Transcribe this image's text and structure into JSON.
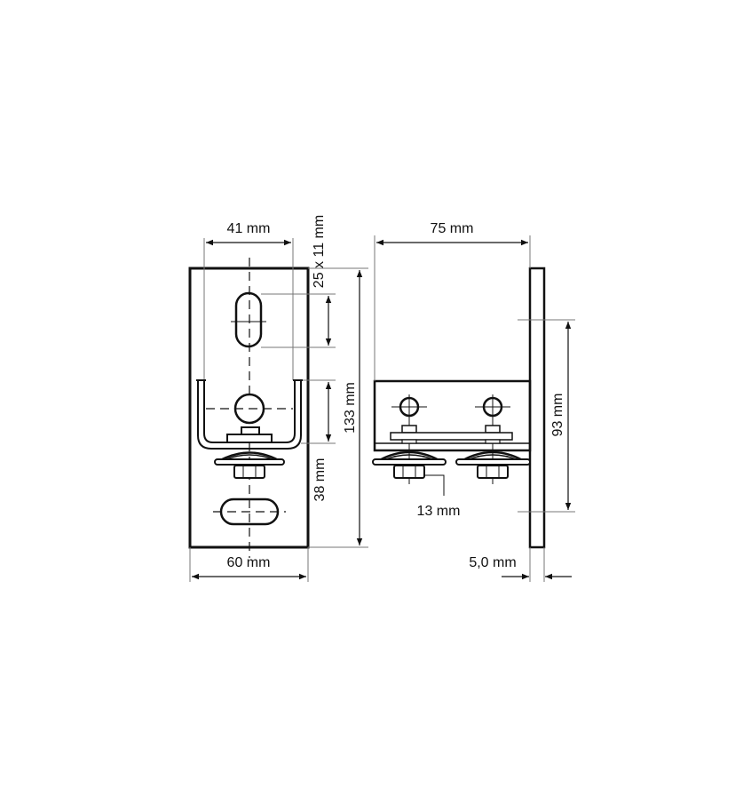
{
  "diagram": {
    "type": "technical-drawing",
    "subject": "wall mounting bracket with U-clamp and fasteners",
    "views": [
      {
        "name": "front-view",
        "dimensions": {
          "top_width": "41 mm",
          "slot": "25 x 11 mm",
          "height": "133 mm",
          "clamp_offset": "38 mm",
          "bottom_width": "60 mm"
        }
      },
      {
        "name": "side-view",
        "dimensions": {
          "depth": "75 mm",
          "hole_spacing": "93 mm",
          "nut_size": "13 mm",
          "plate_thickness": "5,0 mm"
        }
      }
    ],
    "colors": {
      "line": "#111111",
      "dimension": "#555555",
      "background": "#ffffff"
    }
  }
}
